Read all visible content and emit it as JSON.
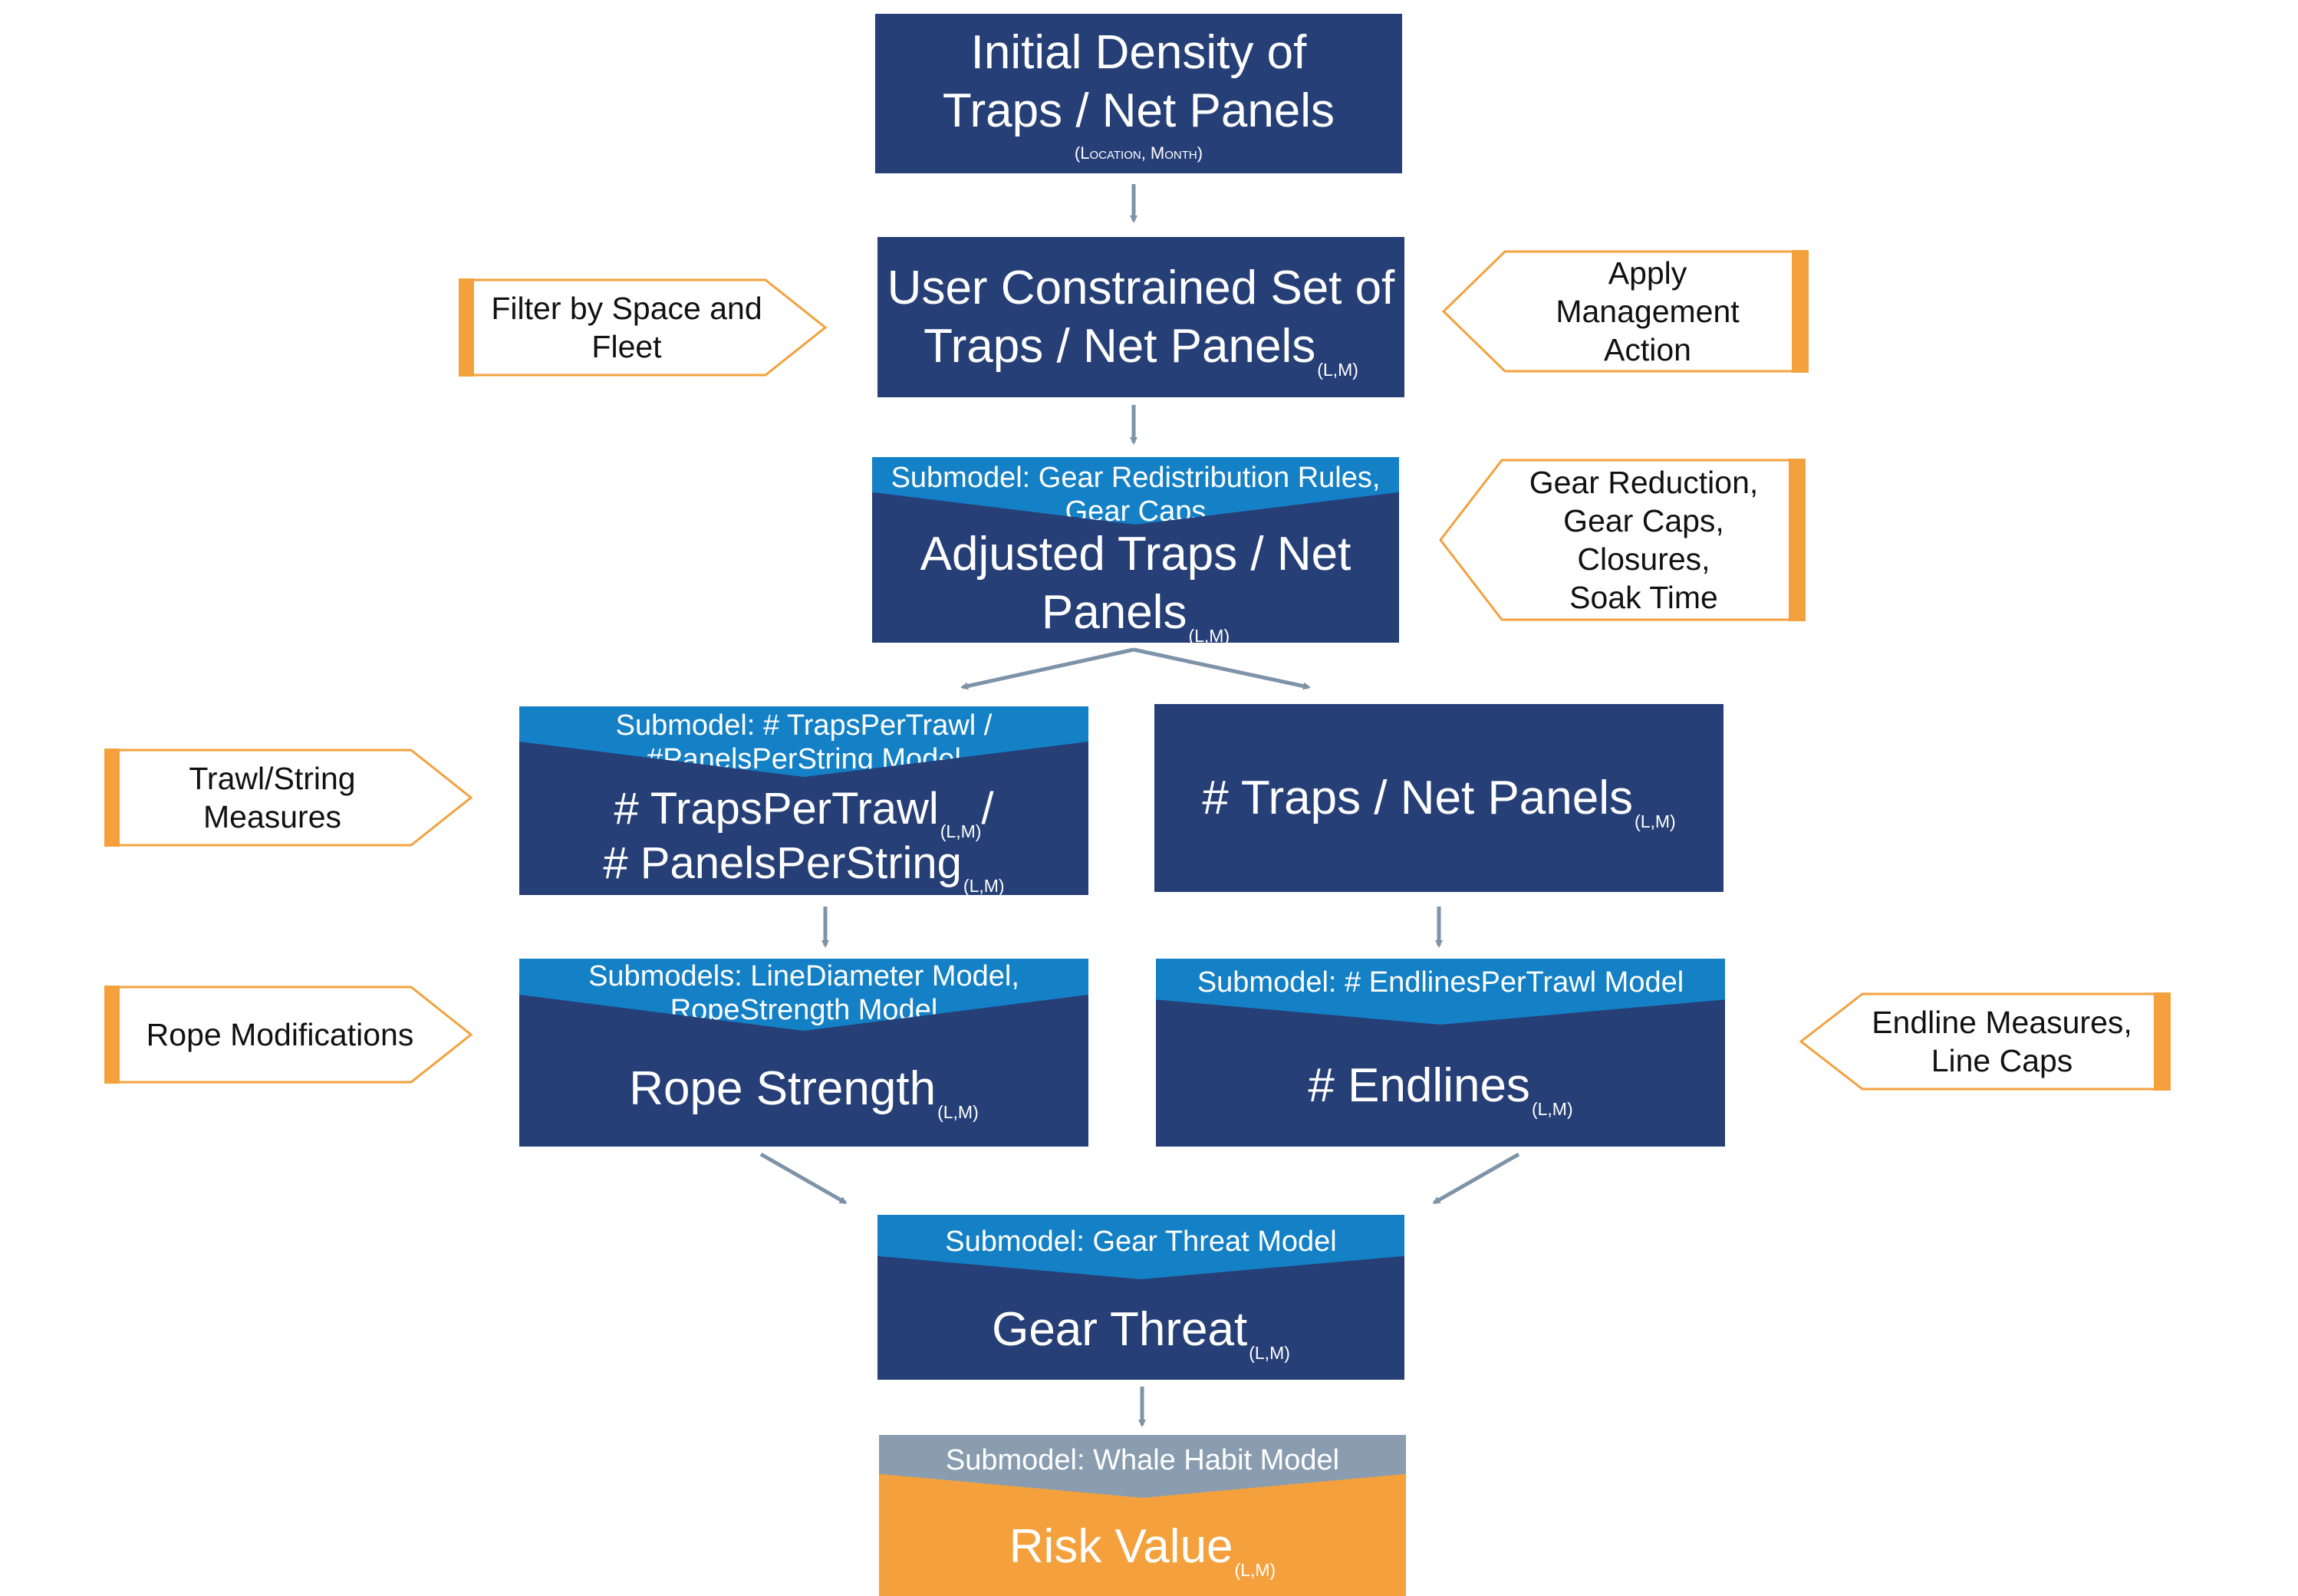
{
  "colors": {
    "navy": "#263f77",
    "submodel_blue": "#1480c6",
    "grey": "#8a9db0",
    "orange": "#f4a13d",
    "connector": "#7d93a8"
  },
  "nodes": {
    "initial_density": {
      "line1": "Initial Density of",
      "line2": "Traps / Net Panels",
      "note": "(Location, Month)"
    },
    "user_constrained": {
      "line1": "User Constrained Set of",
      "line2": "Traps / Net Panels",
      "sub": "(L,M)"
    },
    "adjusted": {
      "submodel_line1": "Submodel: Gear Redistribution Rules,",
      "submodel_line2": "Gear Caps",
      "line1": "Adjusted Traps / Net",
      "line2": "Panels",
      "sub": "(L,M)"
    },
    "traps_per_trawl": {
      "submodel_line1": "Submodel: # TrapsPerTrawl /",
      "submodel_line2": "#PanelsPerString Model",
      "line1": "# TrapsPerTrawl",
      "line1_sub": "(L,M)",
      "line1_tail": "/",
      "line2": "# PanelsPerString",
      "line2_sub": "(L,M)"
    },
    "traps_net_panels": {
      "label": "# Traps / Net Panels",
      "sub": "(L,M)"
    },
    "rope_strength": {
      "submodel_line1": "Submodels: LineDiameter Model,",
      "submodel_line2": "RopeStrength Model",
      "label": "Rope Strength",
      "sub": "(L,M)"
    },
    "endlines": {
      "submodel": "Submodel: # EndlinesPerTrawl Model",
      "label": "# Endlines",
      "sub": "(L,M)"
    },
    "gear_threat": {
      "submodel": "Submodel: Gear Threat Model",
      "label": "Gear Threat",
      "sub": "(L,M)"
    },
    "risk_value": {
      "submodel": "Submodel: Whale Habit Model",
      "label": "Risk Value",
      "sub": "(L,M)"
    }
  },
  "callouts": {
    "filter": {
      "line1": "Filter by Space and",
      "line2": "Fleet"
    },
    "management": {
      "line1": "Apply",
      "line2": "Management",
      "line3": "Action"
    },
    "gear_reduction": {
      "line1": "Gear Reduction,",
      "line2": "Gear Caps,",
      "line3": "Closures,",
      "line4": "Soak Time"
    },
    "trawl_string": {
      "line1": "Trawl/String",
      "line2": "Measures"
    },
    "rope_mods": {
      "line1": "Rope Modifications"
    },
    "endline_measures": {
      "line1": "Endline Measures,",
      "line2": "Line Caps"
    }
  }
}
